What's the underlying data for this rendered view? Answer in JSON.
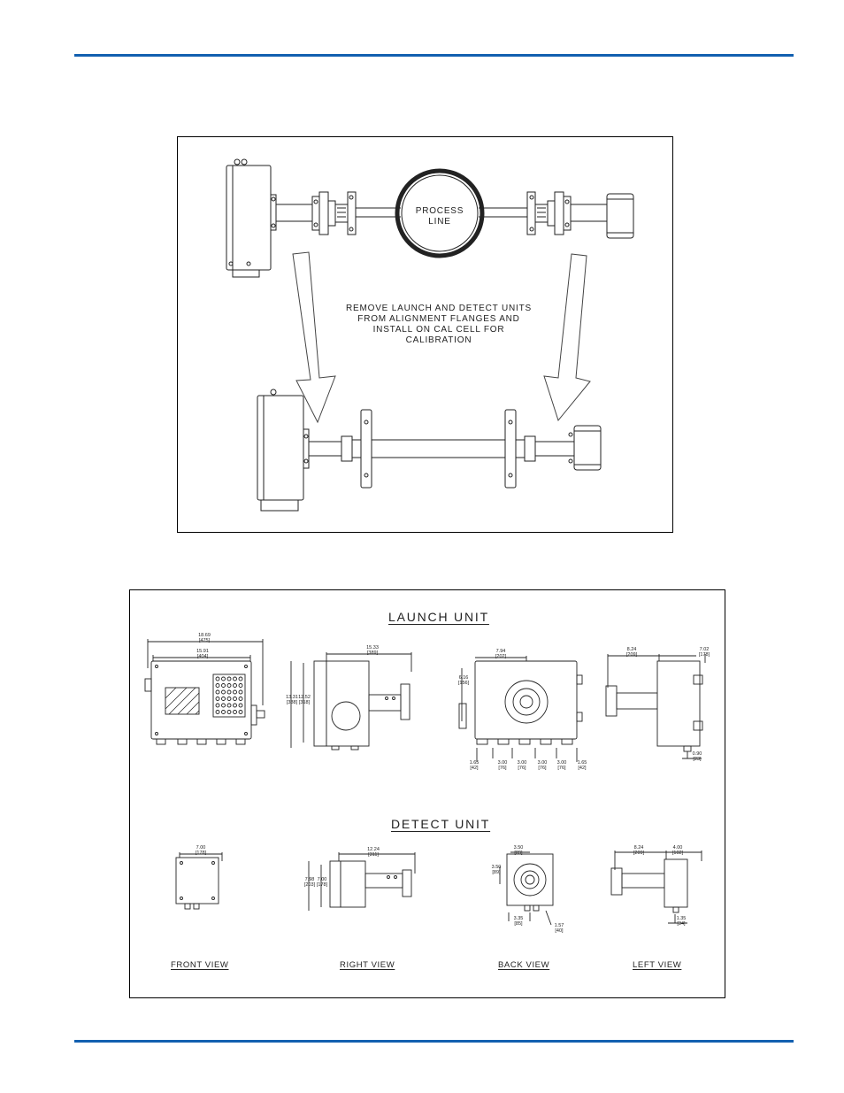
{
  "colors": {
    "rule": "#1260b0",
    "line": "#222222"
  },
  "calibration_figure": {
    "process_line_label": [
      "PROCESS",
      "LINE"
    ],
    "instruction_lines": [
      "REMOVE LAUNCH AND DETECT UNITS",
      "FROM ALIGNMENT FLANGES AND",
      "INSTALL ON CAL CELL FOR",
      "CALIBRATION"
    ]
  },
  "dimension_figure": {
    "launch_heading": "LAUNCH UNIT",
    "detect_heading": "DETECT UNIT",
    "view_labels": {
      "front": "FRONT VIEW",
      "right": "RIGHT VIEW",
      "back": "BACK VIEW",
      "left": "LEFT VIEW"
    },
    "launch_dims": {
      "front_overall": [
        "18.69",
        "[475]"
      ],
      "front_box": [
        "15.91",
        "[404]"
      ],
      "right_depth": [
        "15.33",
        "[389]"
      ],
      "right_height_a": [
        "13.31",
        "[338]"
      ],
      "right_height_b": [
        "12.52",
        "[318]"
      ],
      "back_width": [
        "7.94",
        "[202]"
      ],
      "back_height": [
        "6.16",
        "[156]"
      ],
      "back_spacing": [
        [
          "1.65",
          "[42]"
        ],
        [
          "3.00",
          "[76]"
        ],
        [
          "3.00",
          "[76]"
        ],
        [
          "3.00",
          "[76]"
        ],
        [
          "3.00",
          "[76]"
        ],
        [
          "1.65",
          "[42]"
        ]
      ],
      "left_depth": [
        "8.24",
        "[209]"
      ],
      "left_box": [
        "7.02",
        "[178]"
      ],
      "left_small": [
        "0.90",
        "[23]"
      ]
    },
    "detect_dims": {
      "front_width": [
        "7.00",
        "[178]"
      ],
      "right_depth": [
        "12.24",
        "[311]"
      ],
      "right_height_a": [
        "7.98",
        "[203]"
      ],
      "right_height_b": [
        "7.00",
        "[178]"
      ],
      "back_top": [
        "3.50",
        "[89]"
      ],
      "back_side": [
        "3.50",
        "[89]"
      ],
      "back_bottom": [
        "3.35",
        "[85]"
      ],
      "back_offset": [
        "1.57",
        "[40]"
      ],
      "left_depth": [
        "8.24",
        "[209]"
      ],
      "left_box": [
        "4.00",
        "[102]"
      ],
      "left_small": [
        "1.35",
        "[34]"
      ]
    }
  }
}
